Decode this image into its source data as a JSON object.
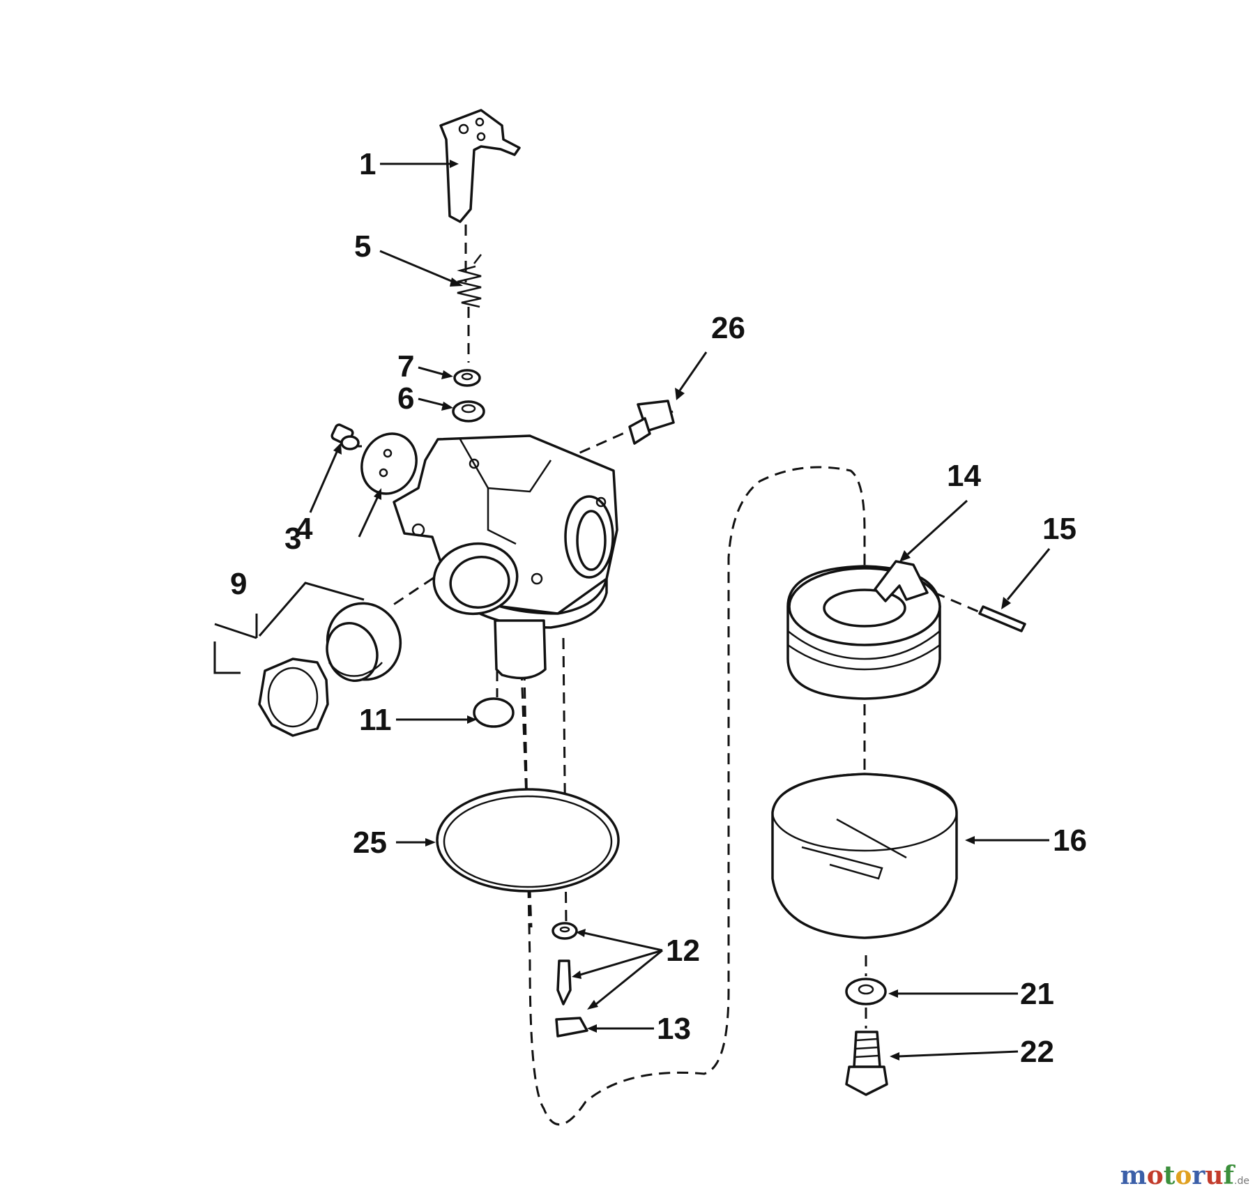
{
  "diagram": {
    "parts": [
      {
        "key": "p1",
        "label": "1"
      },
      {
        "key": "p3",
        "label": "3"
      },
      {
        "key": "p4",
        "label": "4"
      },
      {
        "key": "p5",
        "label": "5"
      },
      {
        "key": "p6",
        "label": "6"
      },
      {
        "key": "p7",
        "label": "7"
      },
      {
        "key": "p9",
        "label": "9"
      },
      {
        "key": "p11",
        "label": "11"
      },
      {
        "key": "p12",
        "label": "12"
      },
      {
        "key": "p13",
        "label": "13"
      },
      {
        "key": "p14",
        "label": "14"
      },
      {
        "key": "p15",
        "label": "15"
      },
      {
        "key": "p16",
        "label": "16"
      },
      {
        "key": "p21",
        "label": "21"
      },
      {
        "key": "p22",
        "label": "22"
      },
      {
        "key": "p25",
        "label": "25"
      },
      {
        "key": "p26",
        "label": "26"
      }
    ]
  },
  "watermark": {
    "letters": [
      "m",
      "o",
      "t",
      "o",
      "r",
      "u",
      "f"
    ],
    "colors": [
      "#3b5fa8",
      "#c23b2b",
      "#3b8f3b",
      "#e0a020",
      "#3b5fa8",
      "#c23b2b",
      "#3b8f3b"
    ],
    "suffix": ".de"
  }
}
